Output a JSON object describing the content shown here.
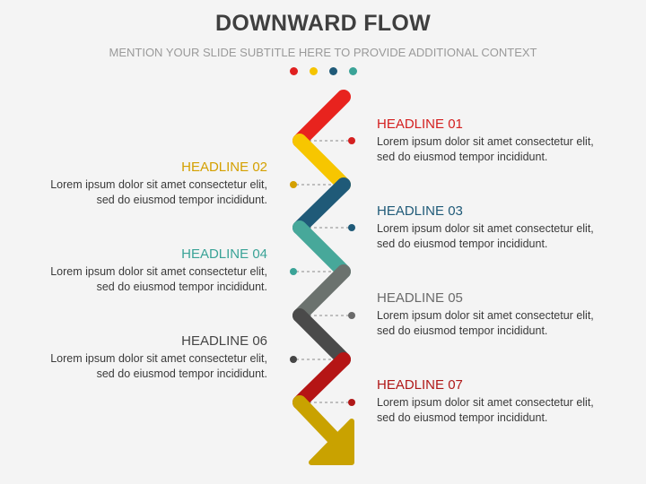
{
  "title": "DOWNWARD FLOW",
  "subtitle": "MENTION YOUR SLIDE SUBTITLE HERE TO PROVIDE ADDITIONAL CONTEXT",
  "palette_dots": [
    "#e02020",
    "#f5c400",
    "#1f5a78",
    "#3aa397"
  ],
  "items": [
    {
      "headline": "HEADLINE 01",
      "text": "Lorem ipsum dolor sit amet consectetur elit, sed do eiusmod tempor incididunt.",
      "color": "#d42020",
      "side": "right"
    },
    {
      "headline": "HEADLINE 02",
      "text": "Lorem ipsum dolor sit amet consectetur elit, sed do eiusmod tempor incididunt.",
      "color": "#d4a000",
      "side": "left"
    },
    {
      "headline": "HEADLINE 03",
      "text": "Lorem ipsum dolor sit amet consectetur elit, sed do eiusmod tempor incididunt.",
      "color": "#1f5a78",
      "side": "right"
    },
    {
      "headline": "HEADLINE 04",
      "text": "Lorem ipsum dolor sit amet consectetur elit, sed do eiusmod tempor incididunt.",
      "color": "#3aa397",
      "side": "left"
    },
    {
      "headline": "HEADLINE 05",
      "text": "Lorem ipsum dolor sit amet consectetur elit, sed do eiusmod tempor incididunt.",
      "color": "#6a6a6a",
      "side": "right"
    },
    {
      "headline": "HEADLINE 06",
      "text": "Lorem ipsum dolor sit amet consectetur elit, sed do eiusmod tempor incididunt.",
      "color": "#454545",
      "side": "left"
    },
    {
      "headline": "HEADLINE 07",
      "text": "Lorem ipsum dolor sit amet consectetur elit, sed do eiusmod tempor incididunt.",
      "color": "#b01818",
      "side": "right"
    }
  ],
  "segment_colors": [
    "#e8231e",
    "#f7c600",
    "#1f5a78",
    "#47a89a",
    "#6b726e",
    "#4a4a4a",
    "#b51515"
  ],
  "arrow_color": "#c9a200"
}
